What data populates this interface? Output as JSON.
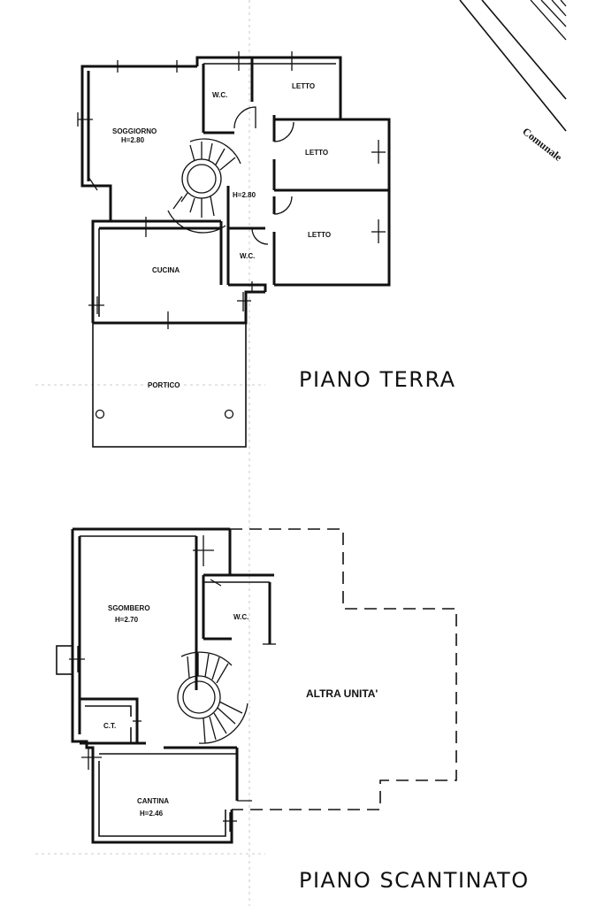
{
  "road_label": "Comunale",
  "ground_floor": {
    "title": "PIANO TERRA",
    "rooms": {
      "wc_1": "W.C.",
      "letto_1": "LETTO",
      "soggiorno": "SOGGIORNO",
      "soggiorno_height": "H=2.80",
      "letto_2": "LETTO",
      "hall_height": "H=2.80",
      "letto_3": "LETTO",
      "wc_2": "W.C.",
      "cucina": "CUCINA",
      "portico": "PORTICO"
    }
  },
  "basement": {
    "title": "PIANO SCANTINATO",
    "rooms": {
      "sgombero": "SGOMBERO",
      "sgombero_height": "H=2.70",
      "wc": "W.C.",
      "altra_unita": "ALTRA UNITA'",
      "ct": "C.T.",
      "cantina": "CANTINA",
      "cantina_height": "H=2.46"
    }
  }
}
